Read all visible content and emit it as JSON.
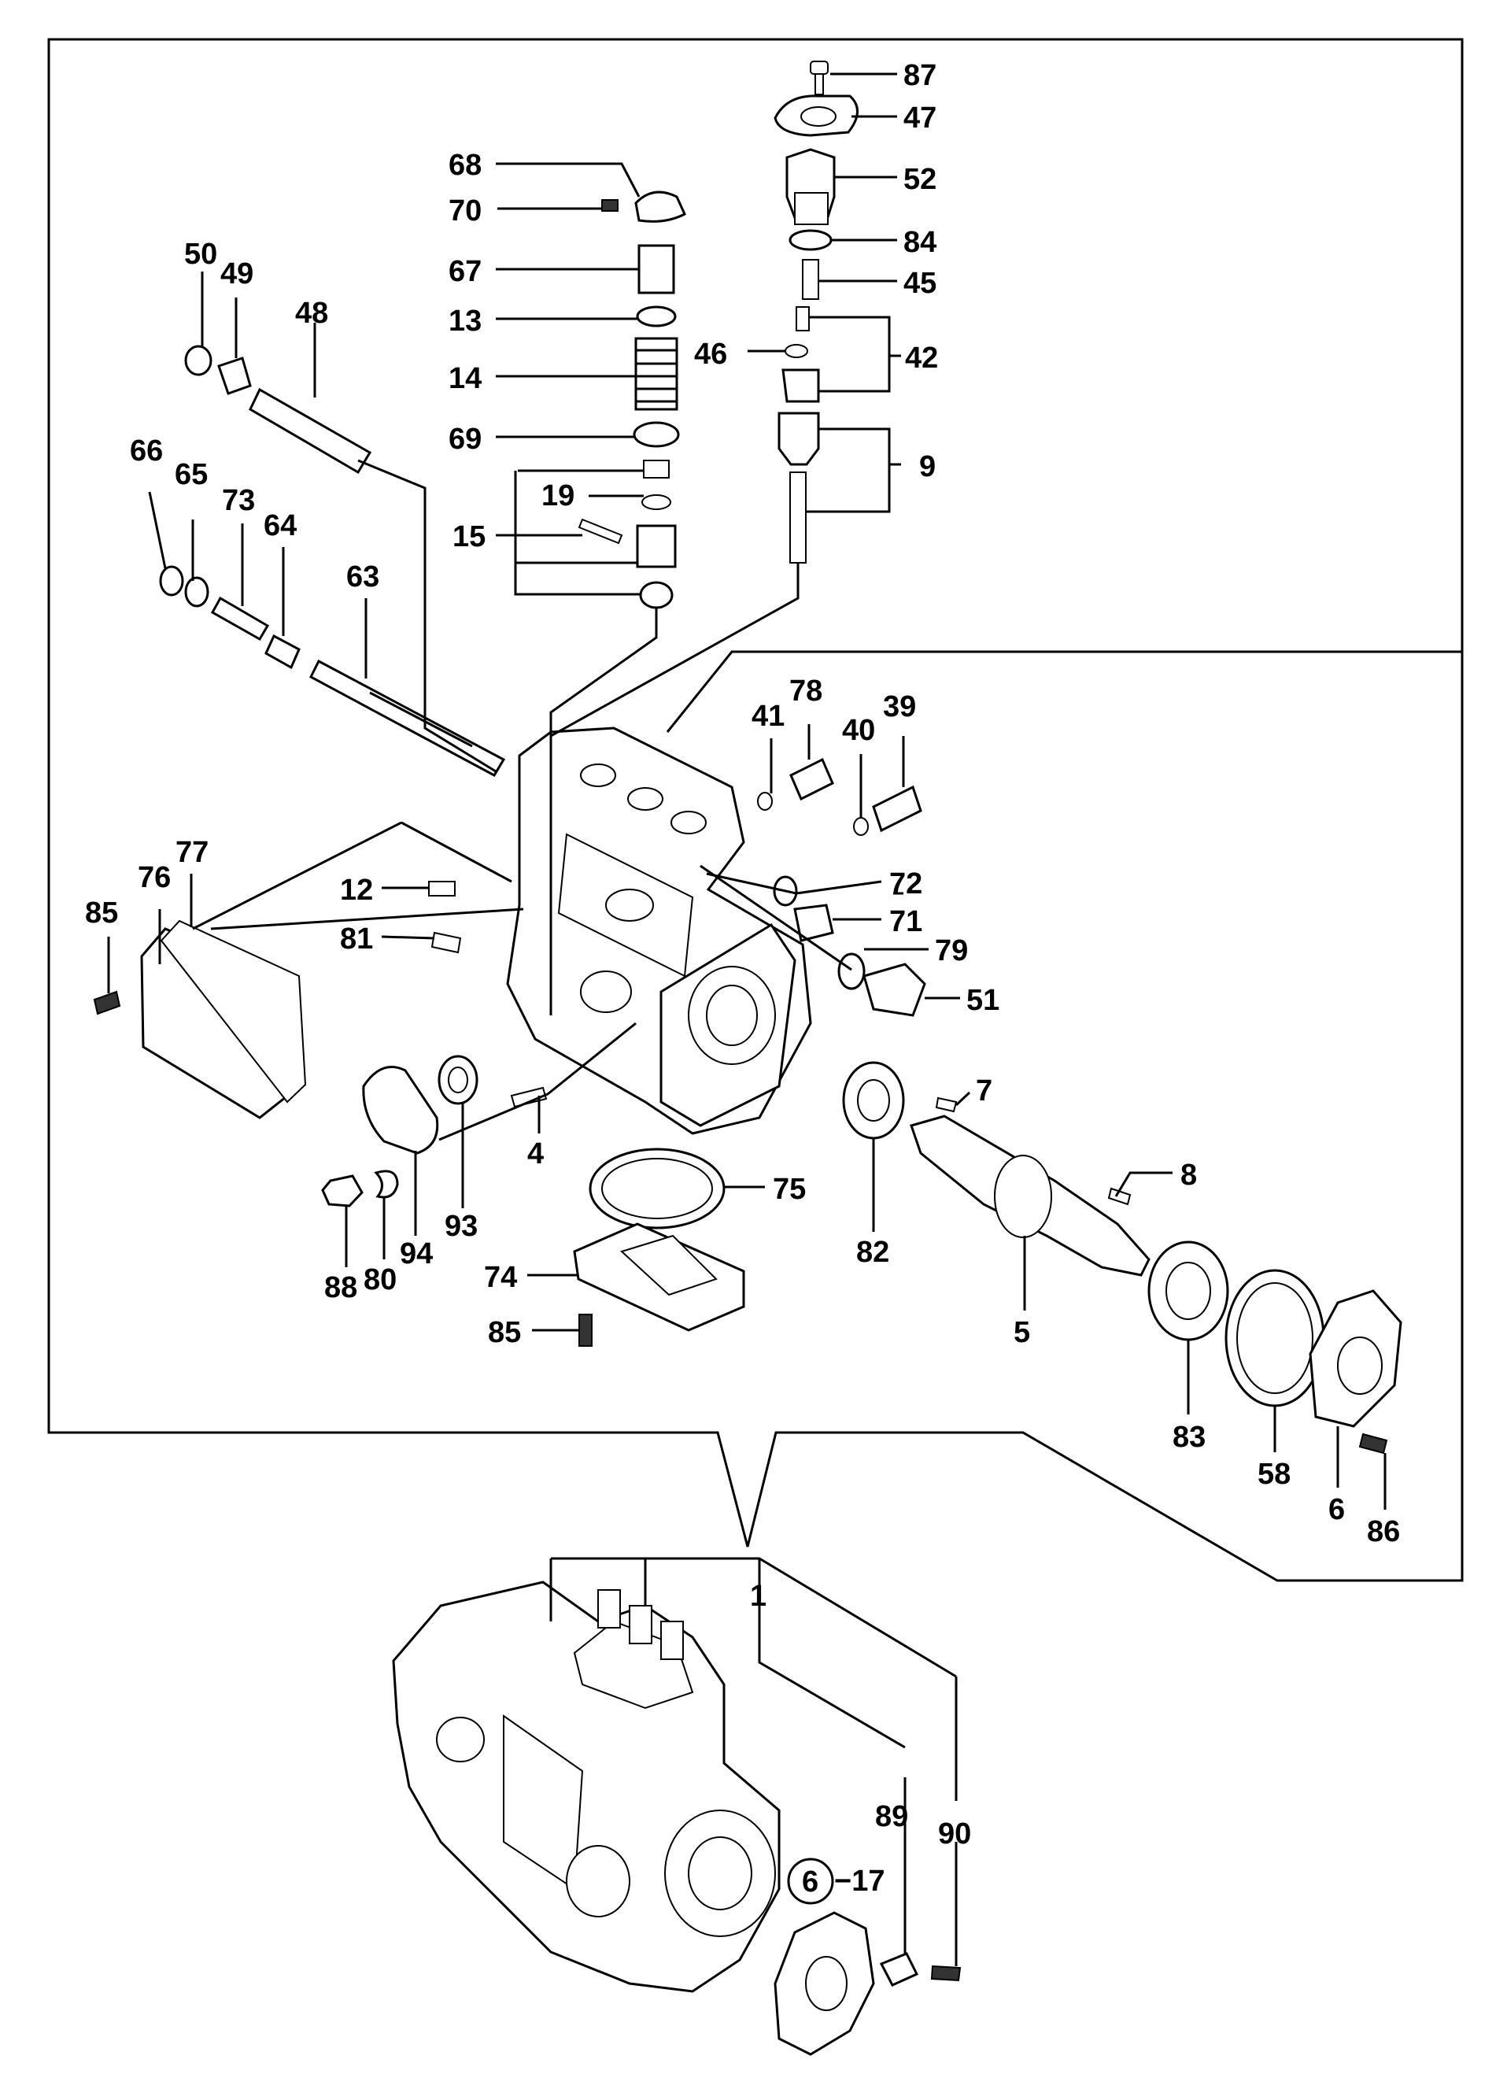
{
  "diagram": {
    "labels": {
      "l87": "87",
      "l47": "47",
      "l52": "52",
      "l84": "84",
      "l45": "45",
      "l42": "42",
      "l46": "46",
      "l9": "9",
      "l68": "68",
      "l70": "70",
      "l67": "67",
      "l13": "13",
      "l14": "14",
      "l69": "69",
      "l19": "19",
      "l15": "15",
      "l50": "50",
      "l49": "49",
      "l48": "48",
      "l66": "66",
      "l65": "65",
      "l73": "73",
      "l64": "64",
      "l63": "63",
      "l41": "41",
      "l78": "78",
      "l40": "40",
      "l39": "39",
      "l72": "72",
      "l71": "71",
      "l79": "79",
      "l51": "51",
      "l12": "12",
      "l81": "81",
      "l85a": "85",
      "l76": "76",
      "l77": "77",
      "l7": "7",
      "l8": "8",
      "l4": "4",
      "l93": "93",
      "l94": "94",
      "l75": "75",
      "l82": "82",
      "l5": "5",
      "l88": "88",
      "l80": "80",
      "l74": "74",
      "l85b": "85",
      "l83": "83",
      "l58": "58",
      "l6": "6",
      "l86": "86",
      "l1": "1",
      "l89": "89",
      "l90": "90",
      "l6circle": "6",
      "l17": "−17"
    }
  }
}
